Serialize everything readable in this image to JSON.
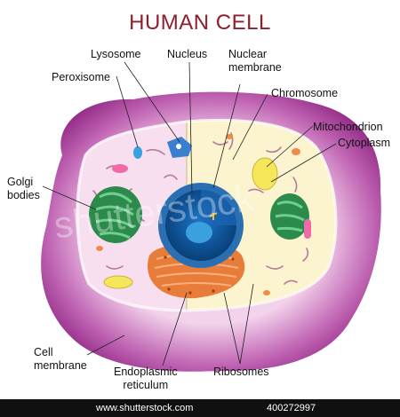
{
  "title": "HUMAN CELL",
  "labels": {
    "lysosome": "Lysosome",
    "nucleus": "Nucleus",
    "nuclear_membrane_line1": "Nuclear",
    "nuclear_membrane_line2": "membrane",
    "peroxisome": "Peroxisome",
    "chromosome": "Chromosome",
    "mitochondrion": "Mitochondrion",
    "cytoplasm": "Cytoplasm",
    "golgi_line1": "Golgi",
    "golgi_line2": "bodies",
    "cell_membrane_line1": "Cell",
    "cell_membrane_line2": "membrane",
    "er_line1": "Endoplasmic",
    "er_line2": "reticulum",
    "ribosomes": "Ribosomes"
  },
  "watermark": "shutterstock",
  "footer": {
    "url": "www.shutterstock.com",
    "id": "400272997"
  },
  "colors": {
    "title": "#8e1f2b",
    "membrane": "#9b2a8e",
    "membrane_light": "#e6b0df",
    "cytoplasm_left": "#f7dff0",
    "cytoplasm_right": "#fbf4cf",
    "nucleus_outer": "#2b6fb3",
    "nucleus_inner": "#0c4f8f",
    "nucleolus": "#3aa0e0",
    "er": "#e87c3a",
    "golgi": "#2c8a4c",
    "mitochondrion": "#3d9a5a",
    "peroxisome": "#f6e75a",
    "lysosome": "#3a7fd0"
  }
}
